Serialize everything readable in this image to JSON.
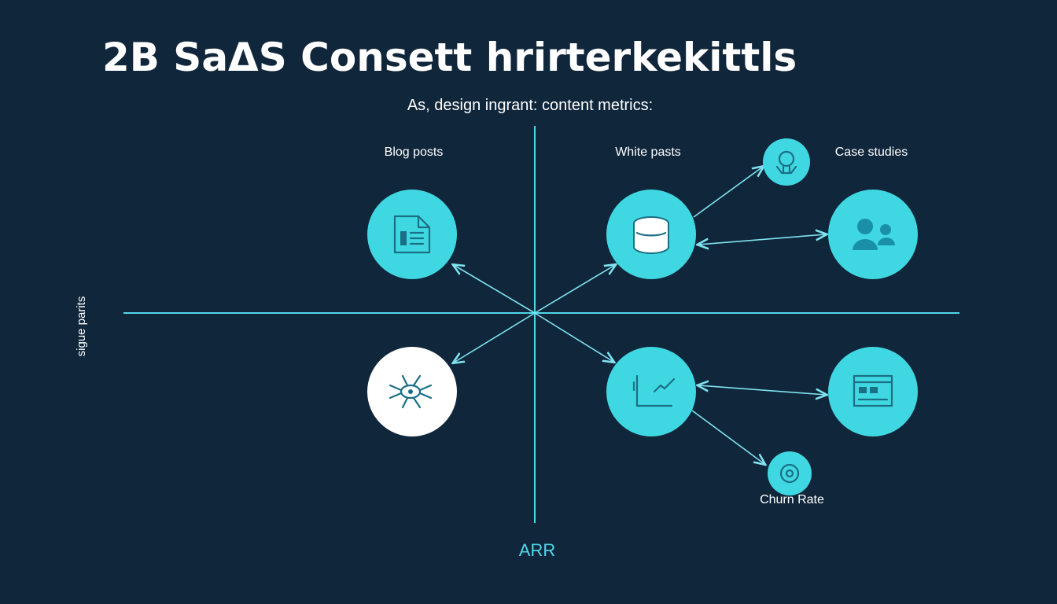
{
  "title": "2B SaΔS Consett hrirterkekittls",
  "subtitle": "As, design ingrant: content metrics:",
  "axes": {
    "x_label": "ARR",
    "y_label": "sigue parits"
  },
  "nodes": [
    {
      "label": "Blog posts",
      "icon": "document-icon"
    },
    {
      "label": "White pasts",
      "icon": "database-icon"
    },
    {
      "label": "Case studies",
      "icon": "users-icon"
    },
    {
      "label": "Churn Rate",
      "icon": "at-sign-icon"
    }
  ],
  "colors": {
    "background": "#10263b",
    "accent": "#3fd8e2",
    "axis": "#52d6ea"
  }
}
